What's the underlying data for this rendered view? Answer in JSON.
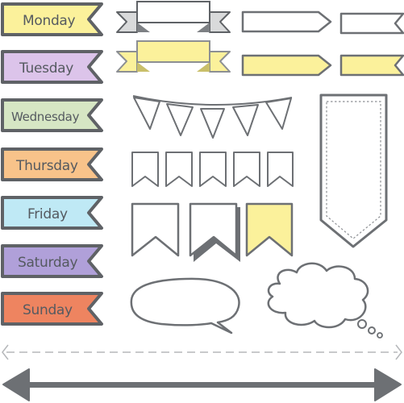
{
  "days": [
    {
      "label": "Monday",
      "color": "#fbf19b"
    },
    {
      "label": "Tuesday",
      "color": "#dcc4ea"
    },
    {
      "label": "Wednesday",
      "color": "#d6e6c4"
    },
    {
      "label": "Thursday",
      "color": "#f8c38a"
    },
    {
      "label": "Friday",
      "color": "#bfe9f5"
    },
    {
      "label": "Saturday",
      "color": "#b0a0d9"
    },
    {
      "label": "Sunday",
      "color": "#ee8460"
    }
  ],
  "palette": {
    "outline": "#5f6266",
    "light_outline": "#8c8f93",
    "yellow": "#fbf19b",
    "white": "#ffffff",
    "dashed": "#b5b7ba",
    "arrow": "#6d7074"
  },
  "elements": [
    "day-ribbon-banners",
    "ribbon-banners",
    "arrow-tags",
    "bunting-flags",
    "pennant-row",
    "hanging-flag-banners",
    "tall-bookmark-banner",
    "speech-bubble",
    "thought-cloud",
    "dashed-double-arrow",
    "bold-double-arrow"
  ]
}
